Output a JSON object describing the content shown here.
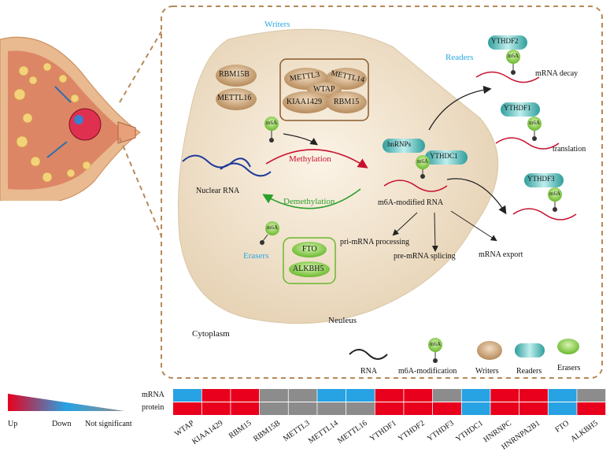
{
  "diagram": {
    "writers_label": "Writers",
    "readers_label": "Readers",
    "erasers_label": "Erasers",
    "writers": [
      "RBM15B",
      "METTL16",
      "METTL3",
      "METTL14",
      "WTAP",
      "KIAA1429",
      "RBM15"
    ],
    "readers": [
      "YTHDF2",
      "YTHDF1",
      "YTHDF3",
      "hnRNPs",
      "YTHDC1"
    ],
    "erasers": [
      "FTO",
      "ALKBH5"
    ],
    "m6a_tag": "m6A",
    "methylation": "Methylation",
    "demethylation": "Demethylation",
    "nuclear_rna": "Nuclear RNA",
    "m6a_rna": "m6A-modified RNA",
    "mrna_decay": "mRNA decay",
    "translation": "translation",
    "pri_mrna": "pri-mRNA processing",
    "pre_mrna": "pre-mRNA splicing",
    "mrna_export": "mRNA export",
    "nucleus": "Neuleus",
    "cytoplasm": "Cytoplasm",
    "colors": {
      "writer": "#b58a5a",
      "reader": "#2f9e9b",
      "eraser": "#6ab82e",
      "up": "#e8001c",
      "down": "#27a2e3",
      "ns": "#8c8c8c",
      "methylation": "#c8102e",
      "demethylation": "#2ca02c",
      "dashed": "#b58a5a"
    }
  },
  "legend": {
    "rna": "RNA",
    "m6a_mod": "m6A-modification",
    "writers": "Writers",
    "readers": "Readers",
    "erasers": "Erasers",
    "up": "Up",
    "down": "Down",
    "ns": "Not significant"
  },
  "heatmap": {
    "row_labels": [
      "mRNA",
      "protein"
    ],
    "genes": [
      "WTAP",
      "KIAA1429",
      "RBM15",
      "RBM15B",
      "METTL3",
      "METTL14",
      "METTL16",
      "YTHDF1",
      "YTHDF2",
      "YTHDF3",
      "YTHDC1",
      "HNRNPC",
      "HNRNPA2B1",
      "FTO",
      "ALKBH5"
    ],
    "mrna": [
      "down",
      "up",
      "up",
      "ns",
      "ns",
      "down",
      "down",
      "up",
      "up",
      "ns",
      "down",
      "up",
      "up",
      "down",
      "ns"
    ],
    "protein": [
      "up",
      "up",
      "up",
      "ns",
      "ns",
      "ns",
      "ns",
      "up",
      "up",
      "up",
      "down",
      "up",
      "up",
      "down",
      "up"
    ]
  }
}
